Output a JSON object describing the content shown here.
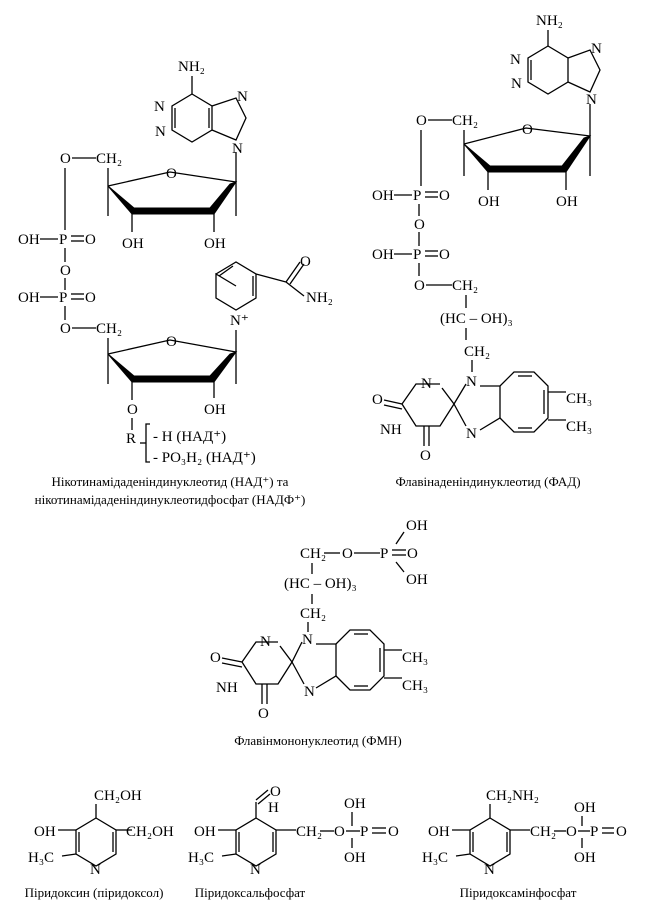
{
  "captions": {
    "nad_line1": "Нікотинамідаденіндинуклеотид (НАД⁺) та",
    "nad_line2": "нікотинамідаденіндинуклеотидфосфат (НАДФ⁺)",
    "fad": "Флавінаденіндинуклеотид (ФАД)",
    "fmn": "Флавінмононуклеотид (ФМН)",
    "pyridoxine": "Піридоксин (піридоксол)",
    "pyridoxal_phosphate": "Піридоксальфосфат",
    "pyridoxamine_phosphate": "Піридоксамінфосфат"
  },
  "nad_substituents": {
    "h_option": "- H (НАД⁺)",
    "po3h2_option": "- PO₃H₂ (НАД⁺)",
    "r_label": "R"
  },
  "atom_labels": {
    "N": "N",
    "O": "O",
    "OH": "OH",
    "H": "H",
    "P": "P",
    "R": "R",
    "NH2": "NH₂",
    "CH2": "CH₂",
    "CH3": "CH₃",
    "H3C": "H₃C",
    "NH": "NH",
    "Nplus": "N⁺",
    "P_O": "P=O",
    "OHP": "OH–P",
    "CH2OH": "CH₂OH",
    "CH2NH2": "CH₂NH₂",
    "HC_OH": "(HC – OH)₃",
    "HC_OH_fmn": "(HC – OH)₃",
    "O_P": "O–P",
    "CHO": "C=O"
  }
}
